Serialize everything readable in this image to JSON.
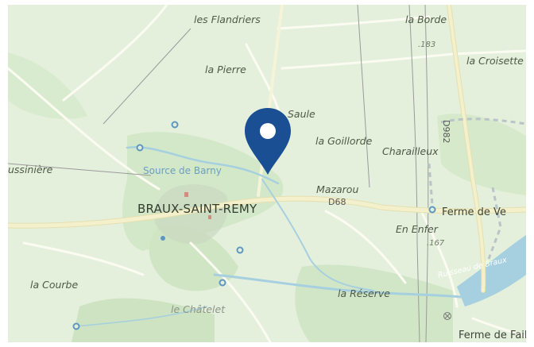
{
  "map": {
    "colors": {
      "land": "#e4f0dc",
      "forest": "#cfe5c4",
      "major_road": "#f2eec6",
      "minor_road": "#fbfbf2",
      "water": "#a6cfdf",
      "railway": "#8f8f8f",
      "marker": "#1b4f93"
    },
    "labels": {
      "les_flandriers": "les Flandriers",
      "la_borde": "la Borde",
      "alt_183": ".183",
      "la_croisette": "la Croisette",
      "la_pierre": "la Pierre",
      "saule": "Saule",
      "la_goillorde": "la Goillorde",
      "charailleux": "Charailleux",
      "d982": "D982",
      "ussiniere": "ussinière",
      "source_de_barny": "Source de Barny",
      "mazarou": "Mazarou",
      "d68": "D68",
      "braux_saint_remy": "BRAUX-SAINT-REMY",
      "ferme_de_ve": "Ferme de Ve",
      "en_enfer": "En Enfer",
      "alt_167": ".167",
      "la_courbe": "la Courbe",
      "ruisseau_de_braux": "Ruisseau de Braux",
      "la_reserve": "la Réserve",
      "le_chatelet": "le Châtelet",
      "ferme_de_faillv": "Ferme de Faillv"
    },
    "marker_icon": "location-pin-icon"
  }
}
